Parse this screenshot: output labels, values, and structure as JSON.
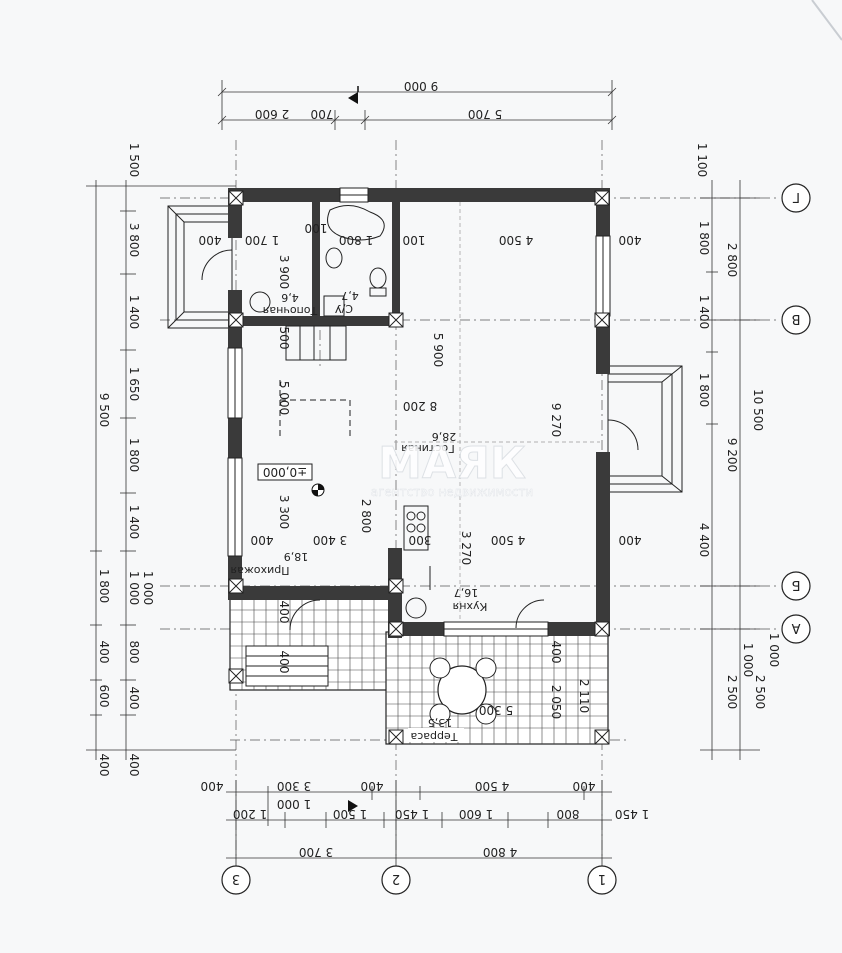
{
  "plan": {
    "total_width": "9 000",
    "total_depth": "10 500",
    "elevation_mark": "±0,000",
    "top_dims": [
      "2 600",
      "700",
      "5 700"
    ],
    "bottom_dims_row1": [
      "400",
      "3 300",
      "400",
      "4 500",
      "400"
    ],
    "bottom_dims_row2": [
      "1 200",
      "1 000",
      "1 500",
      "1 450",
      "1 600",
      "800",
      "1 450"
    ],
    "bottom_dims_row3": [
      "3 700",
      "4 800"
    ],
    "left_dims_outer": [
      "1 500",
      "3 800",
      "1 400",
      "1 650",
      "1 800",
      "1 400",
      "1 800",
      "400",
      "600",
      "400"
    ],
    "left_dims_inner": [
      "9 500",
      "1 000",
      "800",
      "400",
      "400"
    ],
    "right_dims_outer": [
      "1 100",
      "1 800",
      "1 400",
      "1 800",
      "4 400",
      "1 000"
    ],
    "right_dims_inner": [
      "2 800",
      "9 200",
      "2 500",
      "10 500"
    ],
    "interior_dims": [
      "400",
      "1 700",
      "100",
      "1 800",
      "100",
      "4 500",
      "400",
      "5 900",
      "3 900",
      "8 200",
      "9 270",
      "3 300",
      "2 800",
      "3 400",
      "400",
      "300",
      "3 270",
      "4 500",
      "400",
      "5 300",
      "2 050",
      "2 110",
      "400",
      "500",
      "5 000",
      "400",
      "400",
      "1 000",
      "1 000",
      "2 500"
    ],
    "axes_cols": [
      "1",
      "2",
      "3"
    ],
    "axes_rows": [
      "А",
      "Б",
      "В",
      "Г"
    ]
  },
  "rooms": [
    {
      "name": "Топочная",
      "area": "4,6"
    },
    {
      "name": "С/У",
      "area": "4,7"
    },
    {
      "name": "Гостиная",
      "area": "28,6"
    },
    {
      "name": "Прихожая",
      "area": "18,9"
    },
    {
      "name": "Кухня",
      "area": "16,7"
    },
    {
      "name": "Терраса",
      "area": "13,5"
    }
  ],
  "watermark": {
    "title": "МАЯК",
    "subtitle": "агентство недвижимости"
  }
}
